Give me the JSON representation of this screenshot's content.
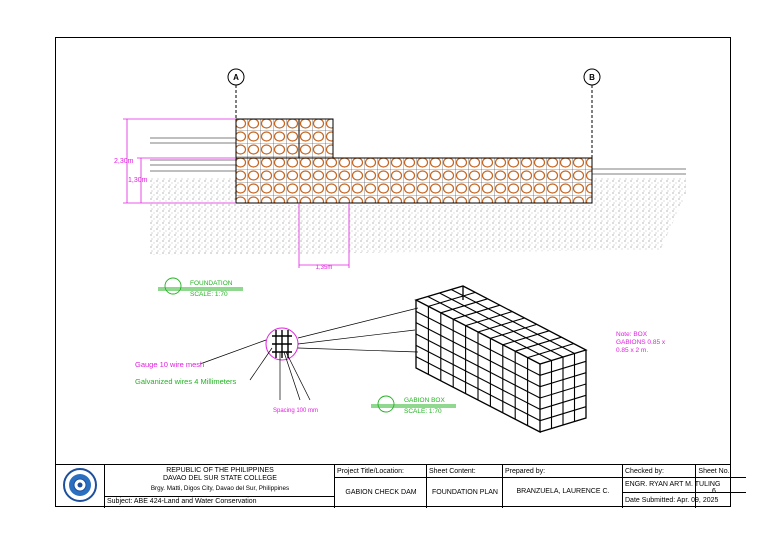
{
  "markers": {
    "a": "A",
    "b": "B"
  },
  "dimensions": {
    "height_total": "2,30m",
    "height_lower": "1,30m",
    "width_bottom": "1,35m"
  },
  "foundation_label": {
    "title": "FOUNDATION",
    "scale": "SCALE: 1:70"
  },
  "gabion_label": {
    "title": "GABION BOX",
    "scale": "SCALE: 1:70"
  },
  "notes": {
    "gauge": "Gauge 10  wire mesh",
    "galvanized": "Galvanized wires 4 Millimeters",
    "spacing": "Spacing 100 mm",
    "box_note_1": "Note:  BOX",
    "box_note_2": "GABIONS 0.85 x",
    "box_note_3": "0.85 x 2 m."
  },
  "title_block": {
    "republic": "REPUBLIC OF THE PHILIPPINES",
    "college": "DAVAO DEL SUR STATE COLLEGE",
    "address": "Brgy. Matti, Digos City, Davao del Sur, Philippines",
    "subject": "Subject: ABE 424-Land and Water Conservation",
    "project_head": "Project Title/Location:",
    "project": "GABION CHECK DAM",
    "content_head": "Sheet Content:",
    "content": "FOUNDATION PLAN",
    "prepared_head": "Prepared by:",
    "prepared": "BRANZUELA, LAURENCE C.",
    "checked_head": "Checked by:",
    "checked": "ENGR. RYAN ART M. TULING",
    "date": "Date Submitted: Apr. 09, 2025",
    "sheet_head": "Sheet No.",
    "sheet": "6"
  },
  "colors": {
    "magenta": "#e020e0",
    "green": "#22b222",
    "stone": "#c8641e"
  }
}
